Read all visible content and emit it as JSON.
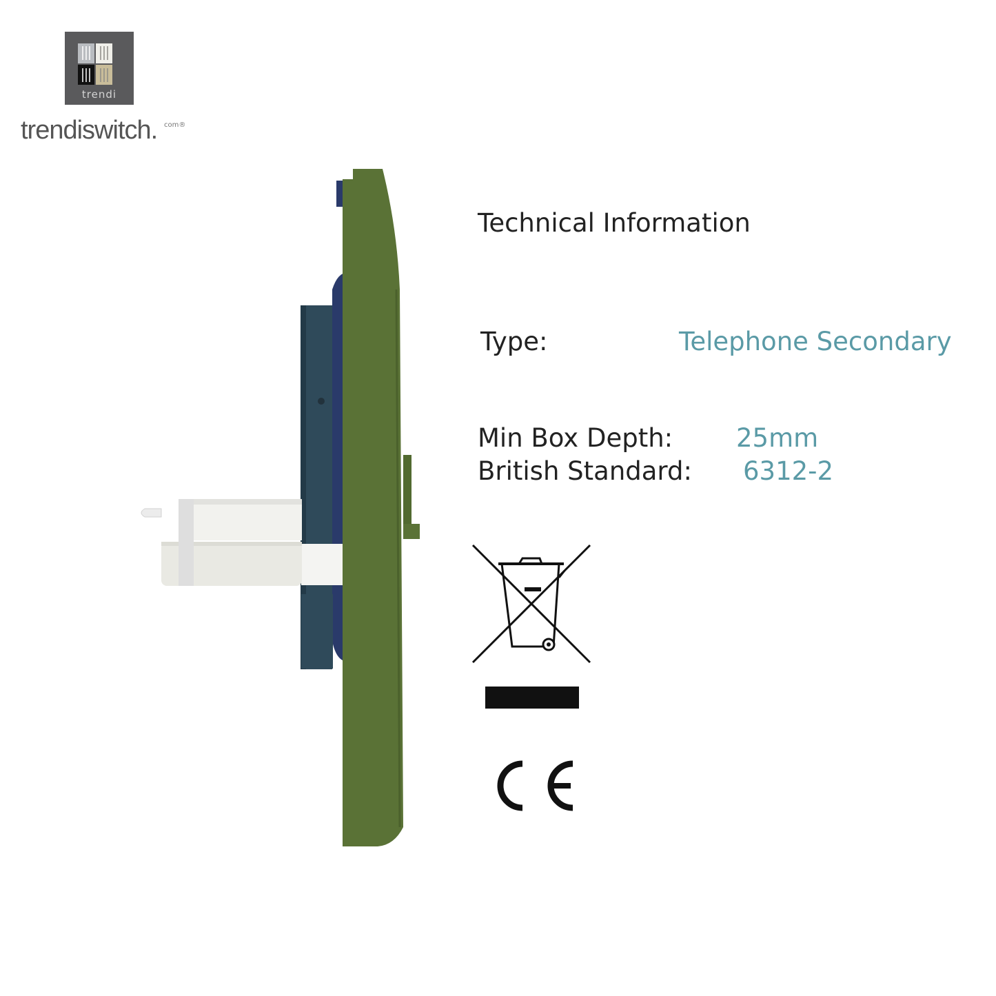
{
  "brand": {
    "logo_word": "trendi",
    "name": "trendiswitch.",
    "name_suffix": "com®",
    "tile_colors": [
      "#b9bcc0",
      "#f0efe9",
      "#111111",
      "#c9bd9a"
    ]
  },
  "product": {
    "plate_color": "#5a7236",
    "backbox_color": "#2f4a5a",
    "cable_color": "#2a3a6a",
    "connector_color": "#f2f2ee"
  },
  "technical": {
    "heading": "Technical Information",
    "type_label": "Type:",
    "type_value": "Telephone Secondary",
    "depth_label": "Min Box Depth:",
    "depth_value": "25mm",
    "standard_label": "British Standard:",
    "standard_value": "6312-2"
  },
  "icons": {
    "weee": "crossed-out-wheelie-bin-icon",
    "ce": "ce-mark-icon"
  }
}
